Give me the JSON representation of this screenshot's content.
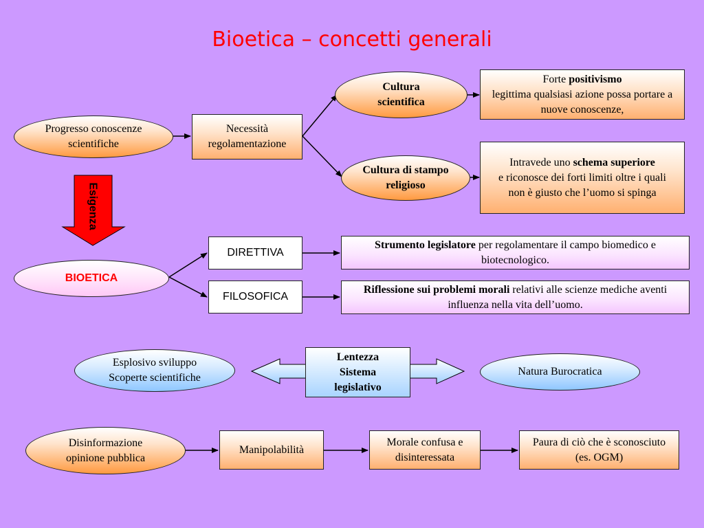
{
  "title": "Bioetica – concetti generali",
  "nodes": {
    "progresso": "Progresso conoscenze scientifiche",
    "necessita": "Necessità regolamentazione",
    "cultura_scientifica": "Cultura scientifica",
    "cultura_religiosa": "Cultura di stampo religioso",
    "forte_prefix": "Forte ",
    "forte_bold": "positivismo",
    "forte_rest": "legittima qualsiasi azione possa portare a nuove conoscenze,",
    "intravede_prefix": "Intravede uno ",
    "intravede_bold": "schema superiore",
    "intravede_rest": "e riconosce dei forti limiti oltre i quali non è giusto che l’uomo si spinga",
    "esigenza": "Esigenza",
    "bioetica": "BIOETICA",
    "direttiva": "DIRETTIVA",
    "filosofica": "FILOSOFICA",
    "strumento_bold": "Strumento legislatore",
    "strumento_rest": " per regolamentare il campo biomedico e biotecnologico.",
    "riflessione_bold": "Riflessione sui problemi morali",
    "riflessione_rest": " relativi alle scienze mediche aventi influenza nella vita dell’uomo.",
    "esplosivo": "Esplosivo sviluppo Scoperte scientifiche",
    "lentezza": "Lentezza Sistema legislativo",
    "natura": "Natura Burocratica",
    "disinformazione": "Disinformazione opinione pubblica",
    "manipolabilita": "Manipolabilità",
    "morale": "Morale confusa e disinteressata",
    "paura": "Paura di ciò che è sconosciuto (es. OGM)"
  },
  "colors": {
    "background": "#cc99ff",
    "title": "#ff0000",
    "bioetica_text": "#ff0000",
    "arrow_red": "#ff0000"
  }
}
